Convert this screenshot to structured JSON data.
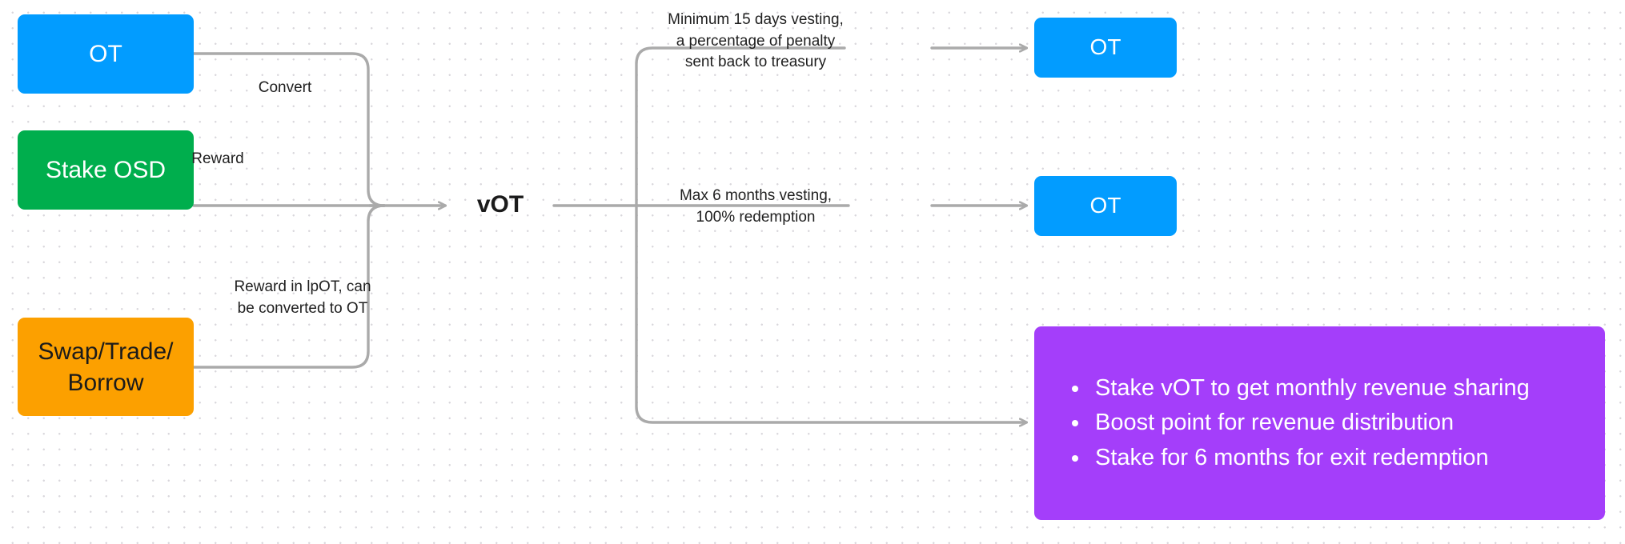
{
  "diagram": {
    "title": "OT / vOT tokenomics flow",
    "background": "#ffffff",
    "dot_color": "#d9d7dc",
    "edge_color": "#aaaaaa"
  },
  "colors": {
    "blue": "#029cff",
    "green": "#00ae4d",
    "orange": "#fca000",
    "purple": "#a43efa",
    "text_dark": "#1b1b1b",
    "text_light": "#ffffff"
  },
  "nodes": {
    "ot_source": {
      "label": "OT",
      "color": "#029cff"
    },
    "stake_osd": {
      "label": "Stake OSD",
      "color": "#00ae4d"
    },
    "swap_trade_borrow": {
      "label": "Swap/Trade/\nBorrow",
      "color": "#fca000"
    },
    "vot": {
      "label": "vOT"
    },
    "ot_out_top": {
      "label": "OT",
      "color": "#029cff"
    },
    "ot_out_mid": {
      "label": "OT",
      "color": "#029cff"
    }
  },
  "edge_labels": {
    "convert": "Convert",
    "reward": "Reward",
    "reward_lpot": "Reward in lpOT, can\nbe converted to OT",
    "min_vesting": "Minimum 15 days vesting,\na percentage of penalty\nsent back to treasury",
    "max_vesting": "Max 6 months vesting,\n100% redemption"
  },
  "benefits_panel": {
    "color": "#a43efa",
    "bullets": [
      "Stake vOT to get monthly revenue sharing",
      "Boost point for revenue distribution",
      "Stake for 6 months for exit redemption"
    ]
  }
}
